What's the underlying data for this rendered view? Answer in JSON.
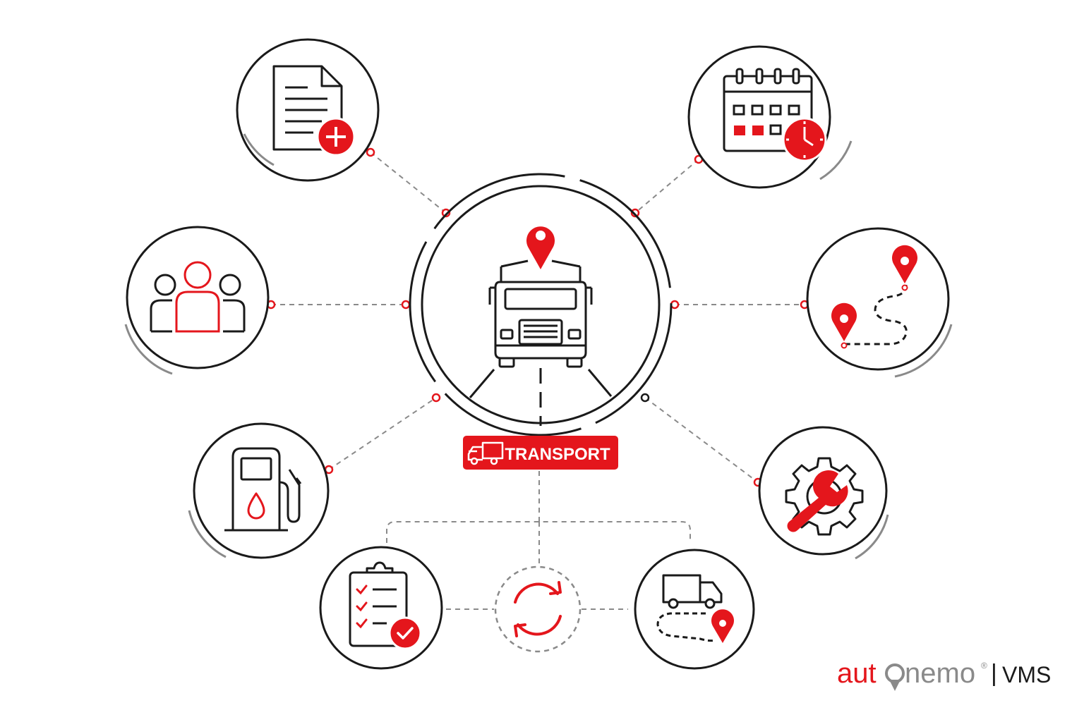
{
  "colors": {
    "accent": "#e4161c",
    "ink": "#1a1a1a",
    "connector": "#8a8a8a",
    "background": "#ffffff"
  },
  "center": {
    "icon": "truck-front-with-location-pin-icon",
    "label": "TRANSPORT",
    "label_icon": "truck-icon"
  },
  "nodes": [
    {
      "key": "documents",
      "icon": "document-add-icon"
    },
    {
      "key": "schedule",
      "icon": "calendar-clock-icon"
    },
    {
      "key": "drivers",
      "icon": "team-people-icon"
    },
    {
      "key": "routes",
      "icon": "route-pins-icon"
    },
    {
      "key": "fuel",
      "icon": "fuel-pump-icon"
    },
    {
      "key": "maintenance",
      "icon": "gear-wrench-icon"
    },
    {
      "key": "checklist",
      "icon": "clipboard-checklist-icon"
    },
    {
      "key": "sync",
      "icon": "sync-arrows-icon"
    },
    {
      "key": "delivery",
      "icon": "delivery-truck-route-icon"
    }
  ],
  "brand": {
    "name_prefix": "aut",
    "name_suffix": "nemo",
    "registered": "®",
    "separator": "|",
    "product": "VMS"
  }
}
